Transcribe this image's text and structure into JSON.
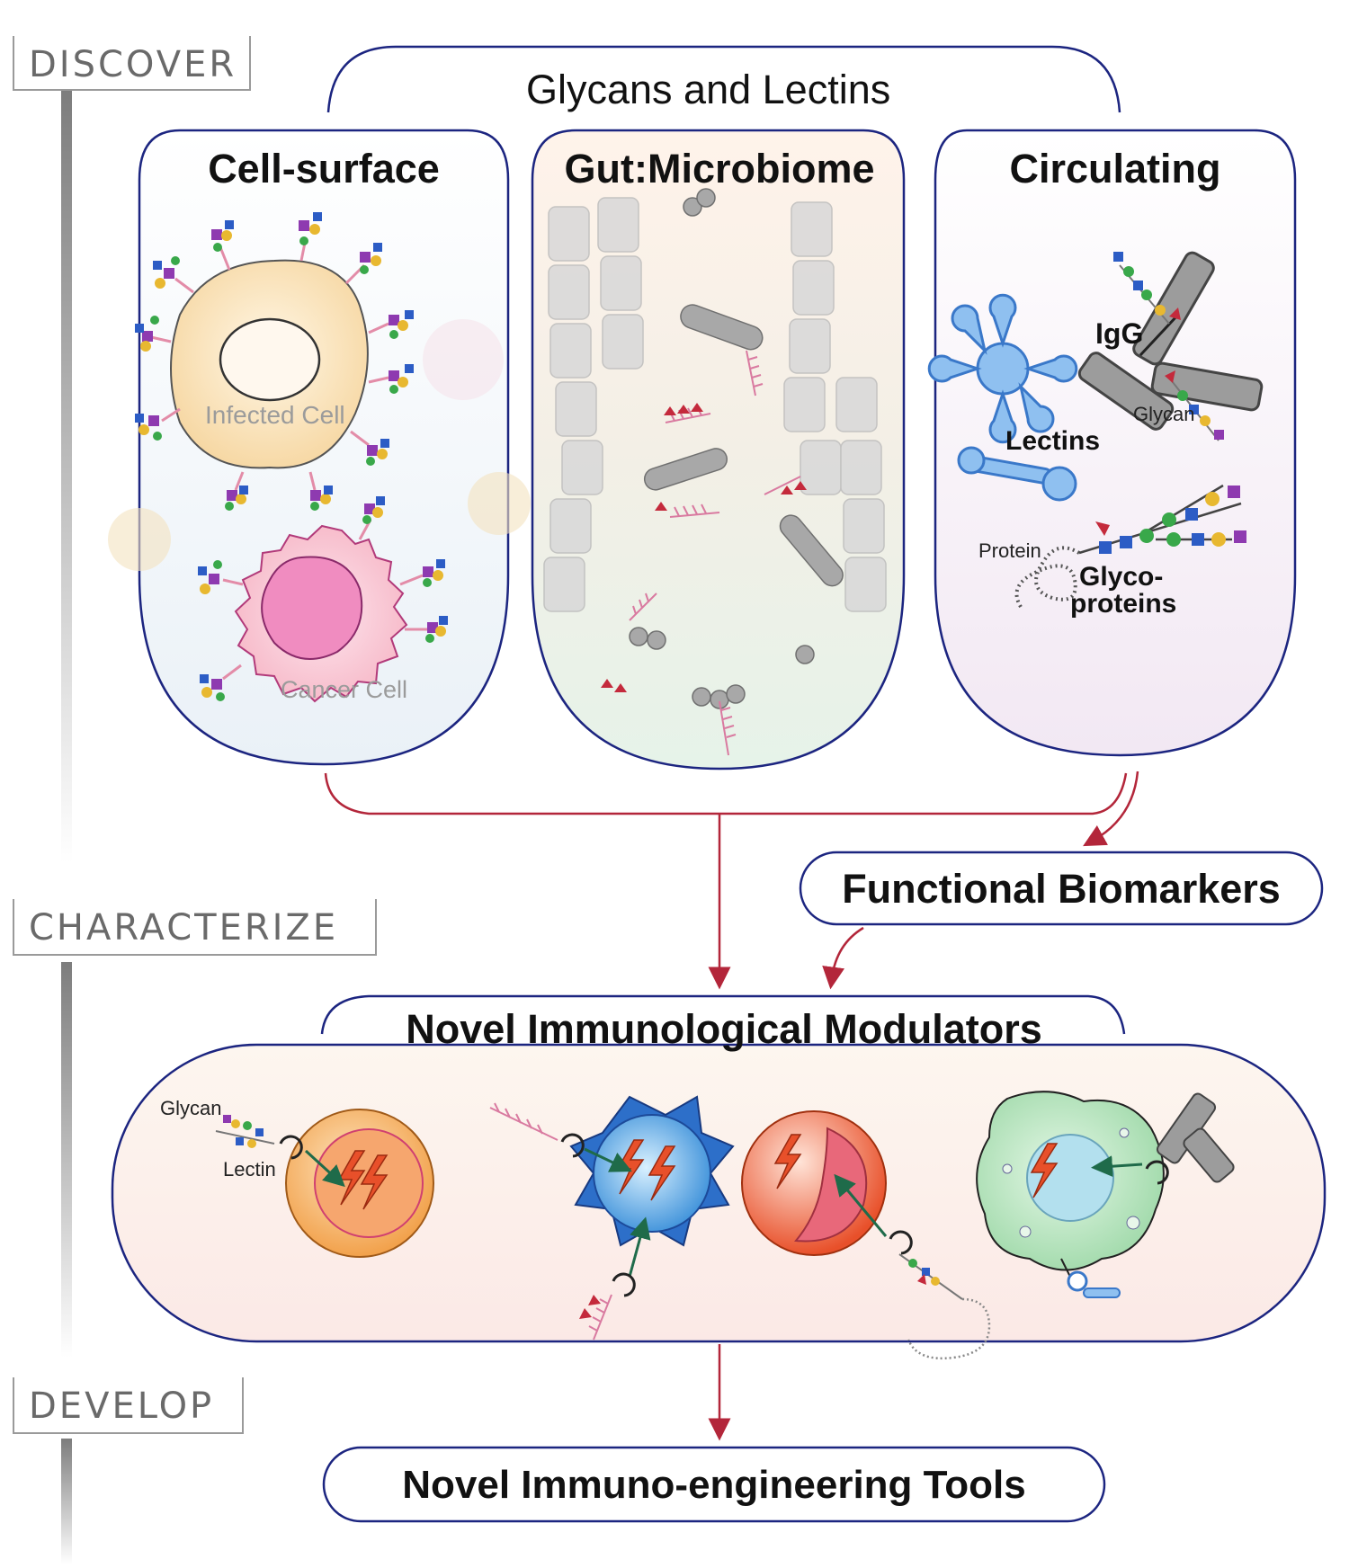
{
  "stages": {
    "discover": "DISCOVER",
    "characterize": "CHARACTERIZE",
    "develop": "DEVELOP"
  },
  "top_group": {
    "title": "Glycans and Lectins"
  },
  "panels": {
    "cell_surface": {
      "title": "Cell-surface",
      "infected_cell": "Infected Cell",
      "cancer_cell": "Cancer Cell"
    },
    "gut": {
      "title": "Gut:Microbiome"
    },
    "circulating": {
      "title": "Circulating",
      "igg": "IgG",
      "glycan": "Glycan",
      "lectins": "Lectins",
      "protein": "Protein",
      "glycoproteins_line1": "Glyco-",
      "glycoproteins_line2": "proteins"
    }
  },
  "functional_biomarkers": "Functional Biomarkers",
  "modulators": {
    "title": "Novel Immunological Modulators",
    "glycan": "Glycan",
    "lectin": "Lectin"
  },
  "tools": "Novel Immuno-engineering Tools",
  "colors": {
    "outline_navy": "#1c2580",
    "arrow_red": "#b3263a",
    "timeline_gray": "#8a8a8a"
  }
}
